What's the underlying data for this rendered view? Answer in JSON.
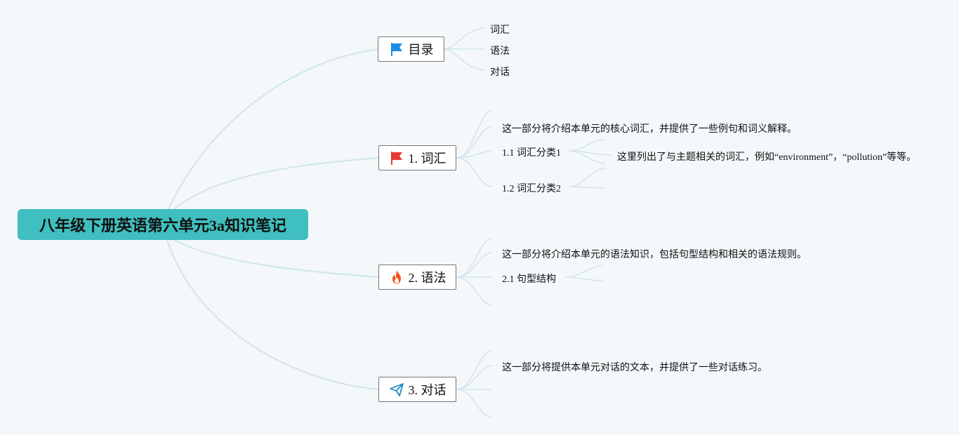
{
  "root": {
    "title": "八年级下册英语第六单元3a知识笔记"
  },
  "toc": {
    "label": "目录",
    "icon": "blue-flag-icon",
    "items": [
      "词汇",
      "语法",
      "对话"
    ]
  },
  "vocab": {
    "label": "1. 词汇",
    "icon": "red-flag-icon",
    "desc": "这一部分将介绍本单元的核心词汇，并提供了一些例句和词义解释。",
    "sub1": "1.1 词汇分类1",
    "sub1_detail": "这里列出了与主题相关的词汇，例如“environment”，“pollution”等等。",
    "sub2": "1.2 词汇分类2"
  },
  "grammar": {
    "label": "2. 语法",
    "icon": "fire-icon",
    "desc": "这一部分将介绍本单元的语法知识，包括句型结构和相关的语法规则。",
    "sub1": "2.1 句型结构"
  },
  "dialogue": {
    "label": "3. 对话",
    "icon": "paper-plane-icon",
    "desc": "这一部分将提供本单元对话的文本，并提供了一些对话练习。"
  },
  "colors": {
    "root_bg": "#3fbfbf",
    "connector": "#cfe6ea",
    "flag_blue": "#1e88e5",
    "flag_red": "#e53935",
    "fire": "#f4511e",
    "plane": "#1e88c8"
  }
}
